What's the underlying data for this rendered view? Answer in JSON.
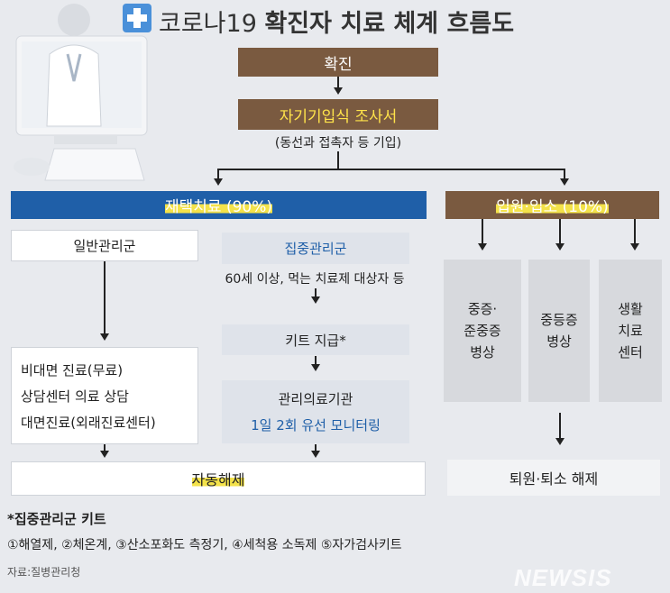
{
  "title": {
    "prefix": "코로나19 ",
    "bold": "확진자 치료 체계 흐름도"
  },
  "nodes": {
    "confirmed": "확진",
    "self_report": "자기기입식 조사서",
    "self_report_note": "(동선과 접촉자 등 기입)",
    "home_treatment": "재택치료 (90%)",
    "hospital": "입원·입소 (10%)",
    "general_group": "일반관리군",
    "intensive_group": "집중관리군",
    "intensive_note": "60세 이상, 먹는 치료제 대상자 등",
    "kit": "키트 지급*",
    "managing_org": "관리의료기관",
    "monitoring": "1일 2회 유선 모니터링",
    "general_care": [
      "비대면 진료(무료)",
      "상담센터 의료 상담",
      "대면진료(외래진료센터)"
    ],
    "auto_release": "자동해제",
    "ward_severe": [
      "중증·",
      "준중증",
      "병상"
    ],
    "ward_moderate": [
      "중등증",
      "병상"
    ],
    "ward_center": [
      "생활",
      "치료",
      "센터"
    ],
    "discharge": "퇴원·퇴소 해제"
  },
  "footnote": {
    "heading": "*집중관리군 키트",
    "items": "①해열제, ②체온계, ③산소포화도 측정기, ④세척용 소독제 ⑤자가검사키트",
    "source": "자료:질병관리청"
  },
  "watermark": "NEWSIS",
  "icons": [
    "medical-cross-icon",
    "doctor-computer-illustration",
    "arrow-down-icon"
  ],
  "colors": {
    "brown": "#7a5a40",
    "blue": "#1f5fa8",
    "highlight": "#f3e24a",
    "background": "#e8eaee"
  }
}
